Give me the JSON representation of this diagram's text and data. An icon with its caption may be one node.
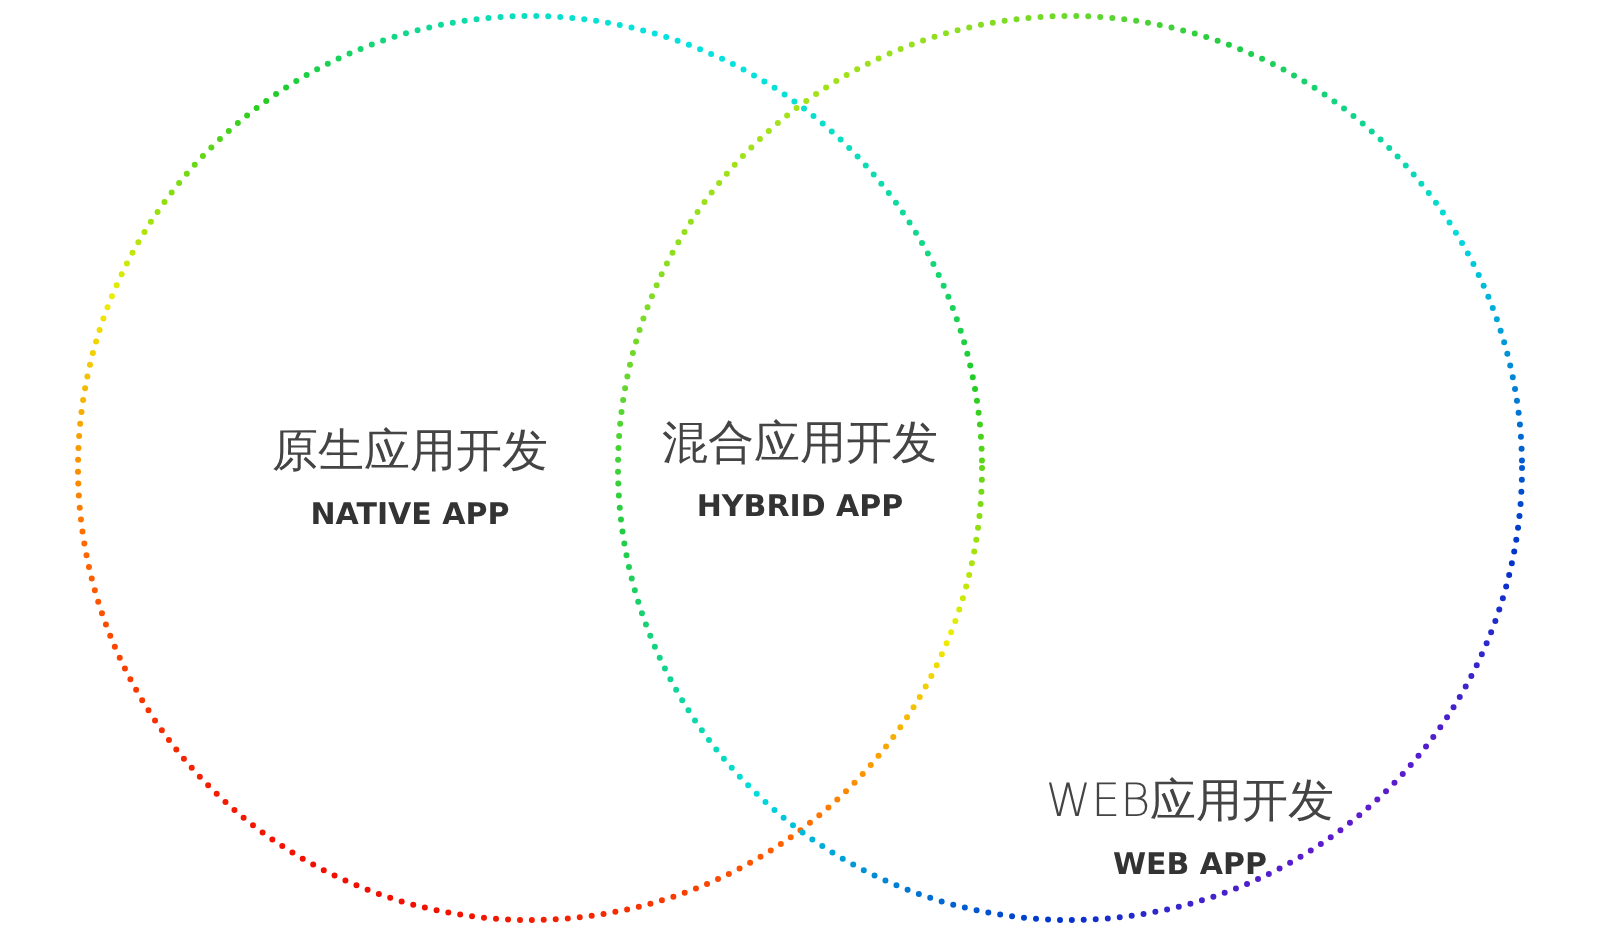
{
  "diagram": {
    "nodes": [
      {
        "text": [
          "原生应用开发",
          "NATIVE APP"
        ]
      },
      {
        "text": [
          "WEB应用开发",
          "WEB APP"
        ]
      }
    ],
    "edges": [],
    "labels": [
      "混合应用开发",
      "HYBRID APP"
    ]
  }
}
